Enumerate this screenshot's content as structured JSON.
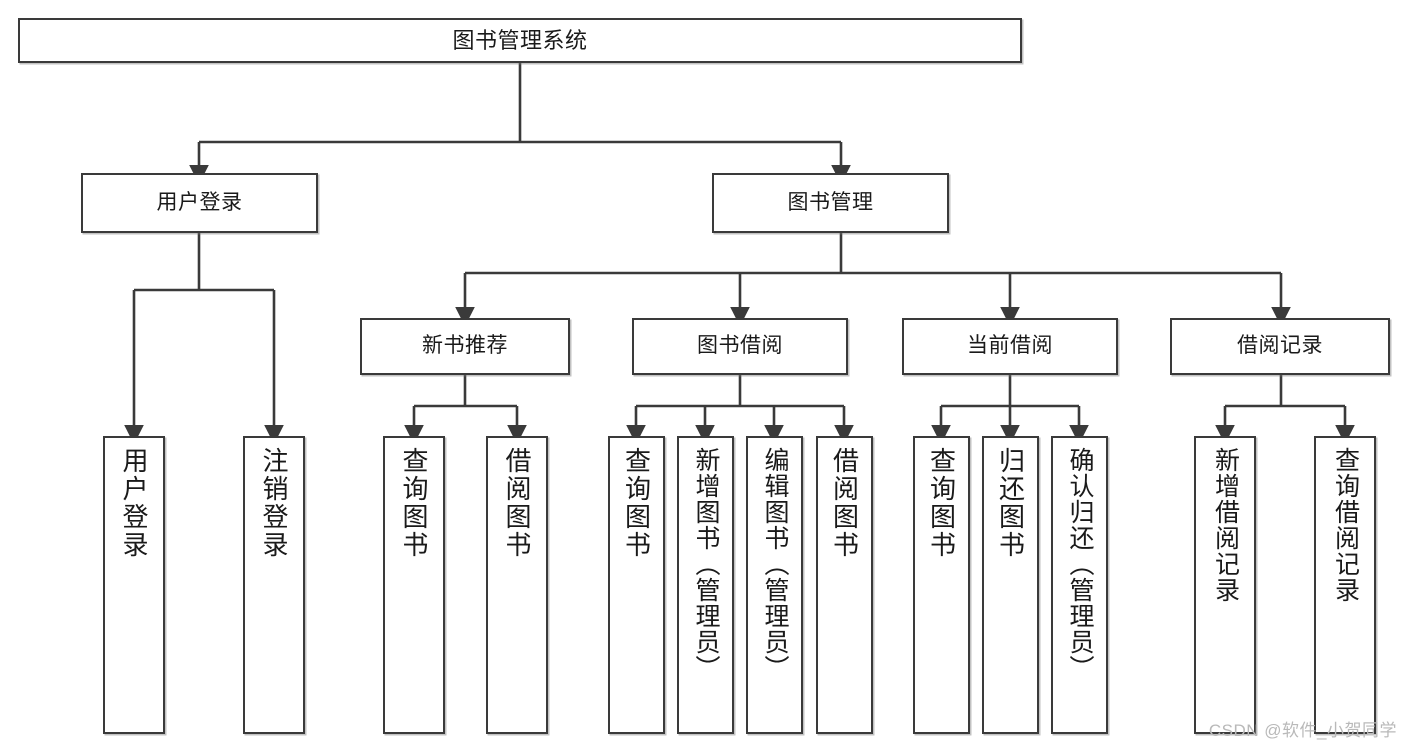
{
  "diagram": {
    "title": "图书管理系统",
    "type": "tree-hierarchy-diagram",
    "colors": {
      "stroke": "#3a3a3a",
      "fill": "#ffffff",
      "text": "#1a1a1a",
      "watermark": "#b9b9b9"
    },
    "levels": {
      "level1": {
        "label": "图书管理系统"
      },
      "level2": [
        {
          "label": "用户登录"
        },
        {
          "label": "图书管理"
        }
      ],
      "level3": [
        {
          "label": "新书推荐"
        },
        {
          "label": "图书借阅"
        },
        {
          "label": "当前借阅"
        },
        {
          "label": "借阅记录"
        }
      ],
      "level4": {
        "user_login": [
          {
            "label": "用户登录"
          },
          {
            "label": "注销登录"
          }
        ],
        "new_book_recommend": [
          {
            "label": "查询图书"
          },
          {
            "label": "借阅图书"
          }
        ],
        "book_borrow": [
          {
            "label": "查询图书"
          },
          {
            "label": "新增图书（管理员）"
          },
          {
            "label": "编辑图书（管理员）"
          },
          {
            "label": "借阅图书"
          }
        ],
        "current_borrow": [
          {
            "label": "查询图书"
          },
          {
            "label": "归还图书"
          },
          {
            "label": "确认归还（管理员）"
          }
        ],
        "borrow_records": [
          {
            "label": "新增借阅记录"
          },
          {
            "label": "查询借阅记录"
          }
        ]
      }
    }
  },
  "watermark": {
    "text": "CSDN @软件_小贺同学"
  }
}
